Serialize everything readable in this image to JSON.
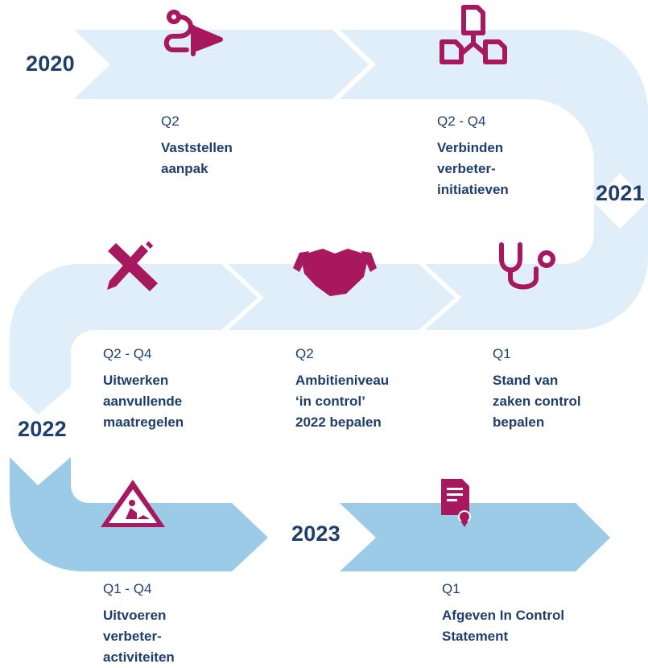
{
  "years": {
    "y2020": "2020",
    "y2021": "2021",
    "y2022": "2022",
    "y2023": "2023"
  },
  "steps": [
    {
      "quarter": "Q2",
      "title": "Vaststellen\naanpak",
      "icon": "flag-path-icon"
    },
    {
      "quarter": "Q2 - Q4",
      "title": "Verbinden\nverbeter-\ninitiatieven",
      "icon": "connected-documents-icon"
    },
    {
      "quarter": "Q1",
      "title": "Stand van\nzaken control\nbepalen",
      "icon": "stethoscope-icon"
    },
    {
      "quarter": "Q2",
      "title": "Ambitieniveau\n‘in control’\n2022 bepalen",
      "icon": "handshake-icon"
    },
    {
      "quarter": "Q2 - Q4",
      "title": "Uitwerken\naanvullende\nmaatregelen",
      "icon": "ruler-pencil-icon"
    },
    {
      "quarter": "Q1 - Q4",
      "title": "Uitvoeren\nverbeter-\nactiviteiten",
      "icon": "roadwork-sign-icon"
    },
    {
      "quarter": "Q1",
      "title": "Afgeven In Control\nStatement",
      "icon": "certificate-icon"
    }
  ],
  "colors": {
    "road_light": "#dfeef8",
    "road_dark": "#9ccbe8",
    "icon": "#a8185f",
    "text": "#1f3e6e"
  }
}
